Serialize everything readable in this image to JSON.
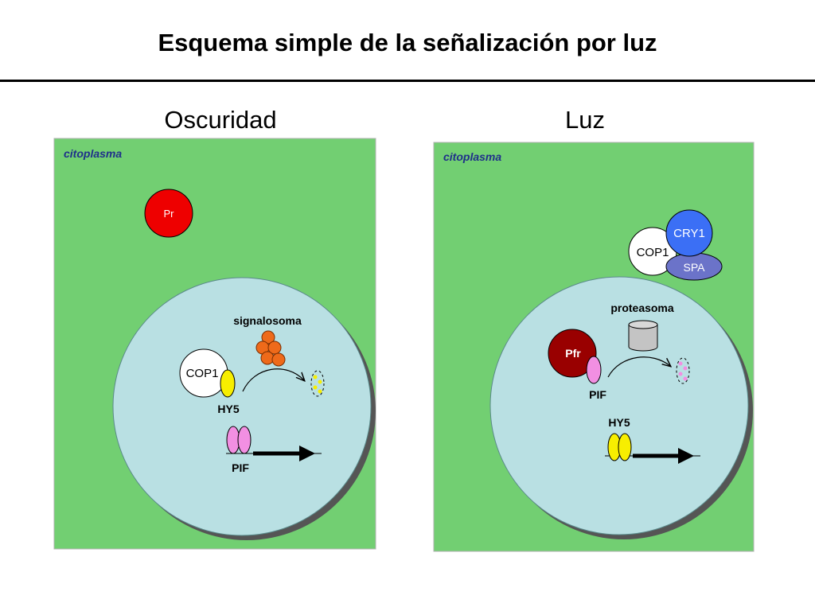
{
  "title": "Esquema simple de la señalización por luz",
  "panels": {
    "dark": {
      "heading": "Oscuridad",
      "cytoplasm_label": "citoplasma",
      "pr_label": "Pr",
      "signalosome_label": "signalosoma",
      "cop1_label": "COP1",
      "hy5_label": "HY5",
      "pif_label": "PIF"
    },
    "light": {
      "heading": "Luz",
      "cytoplasm_label": "citoplasma",
      "cry1_label": "CRY1",
      "cop1_label": "COP1",
      "spa_label": "SPA",
      "proteasome_label": "proteasoma",
      "pfr_label": "Pfr",
      "pif_label": "PIF",
      "hy5_label": "HY5"
    }
  },
  "colors": {
    "cytoplasm": "#72cf72",
    "nucleus": "#b9e0e3",
    "pr": "#ee0000",
    "pfr": "#990000",
    "cry1": "#3b6ff5",
    "spa": "#6b73c9",
    "signalosome": "#ee6a1a",
    "hy5": "#f7ee00",
    "pif": "#f28fe2",
    "proteasome": "#c4c4c4",
    "label_blue": "#1f2f8a"
  }
}
